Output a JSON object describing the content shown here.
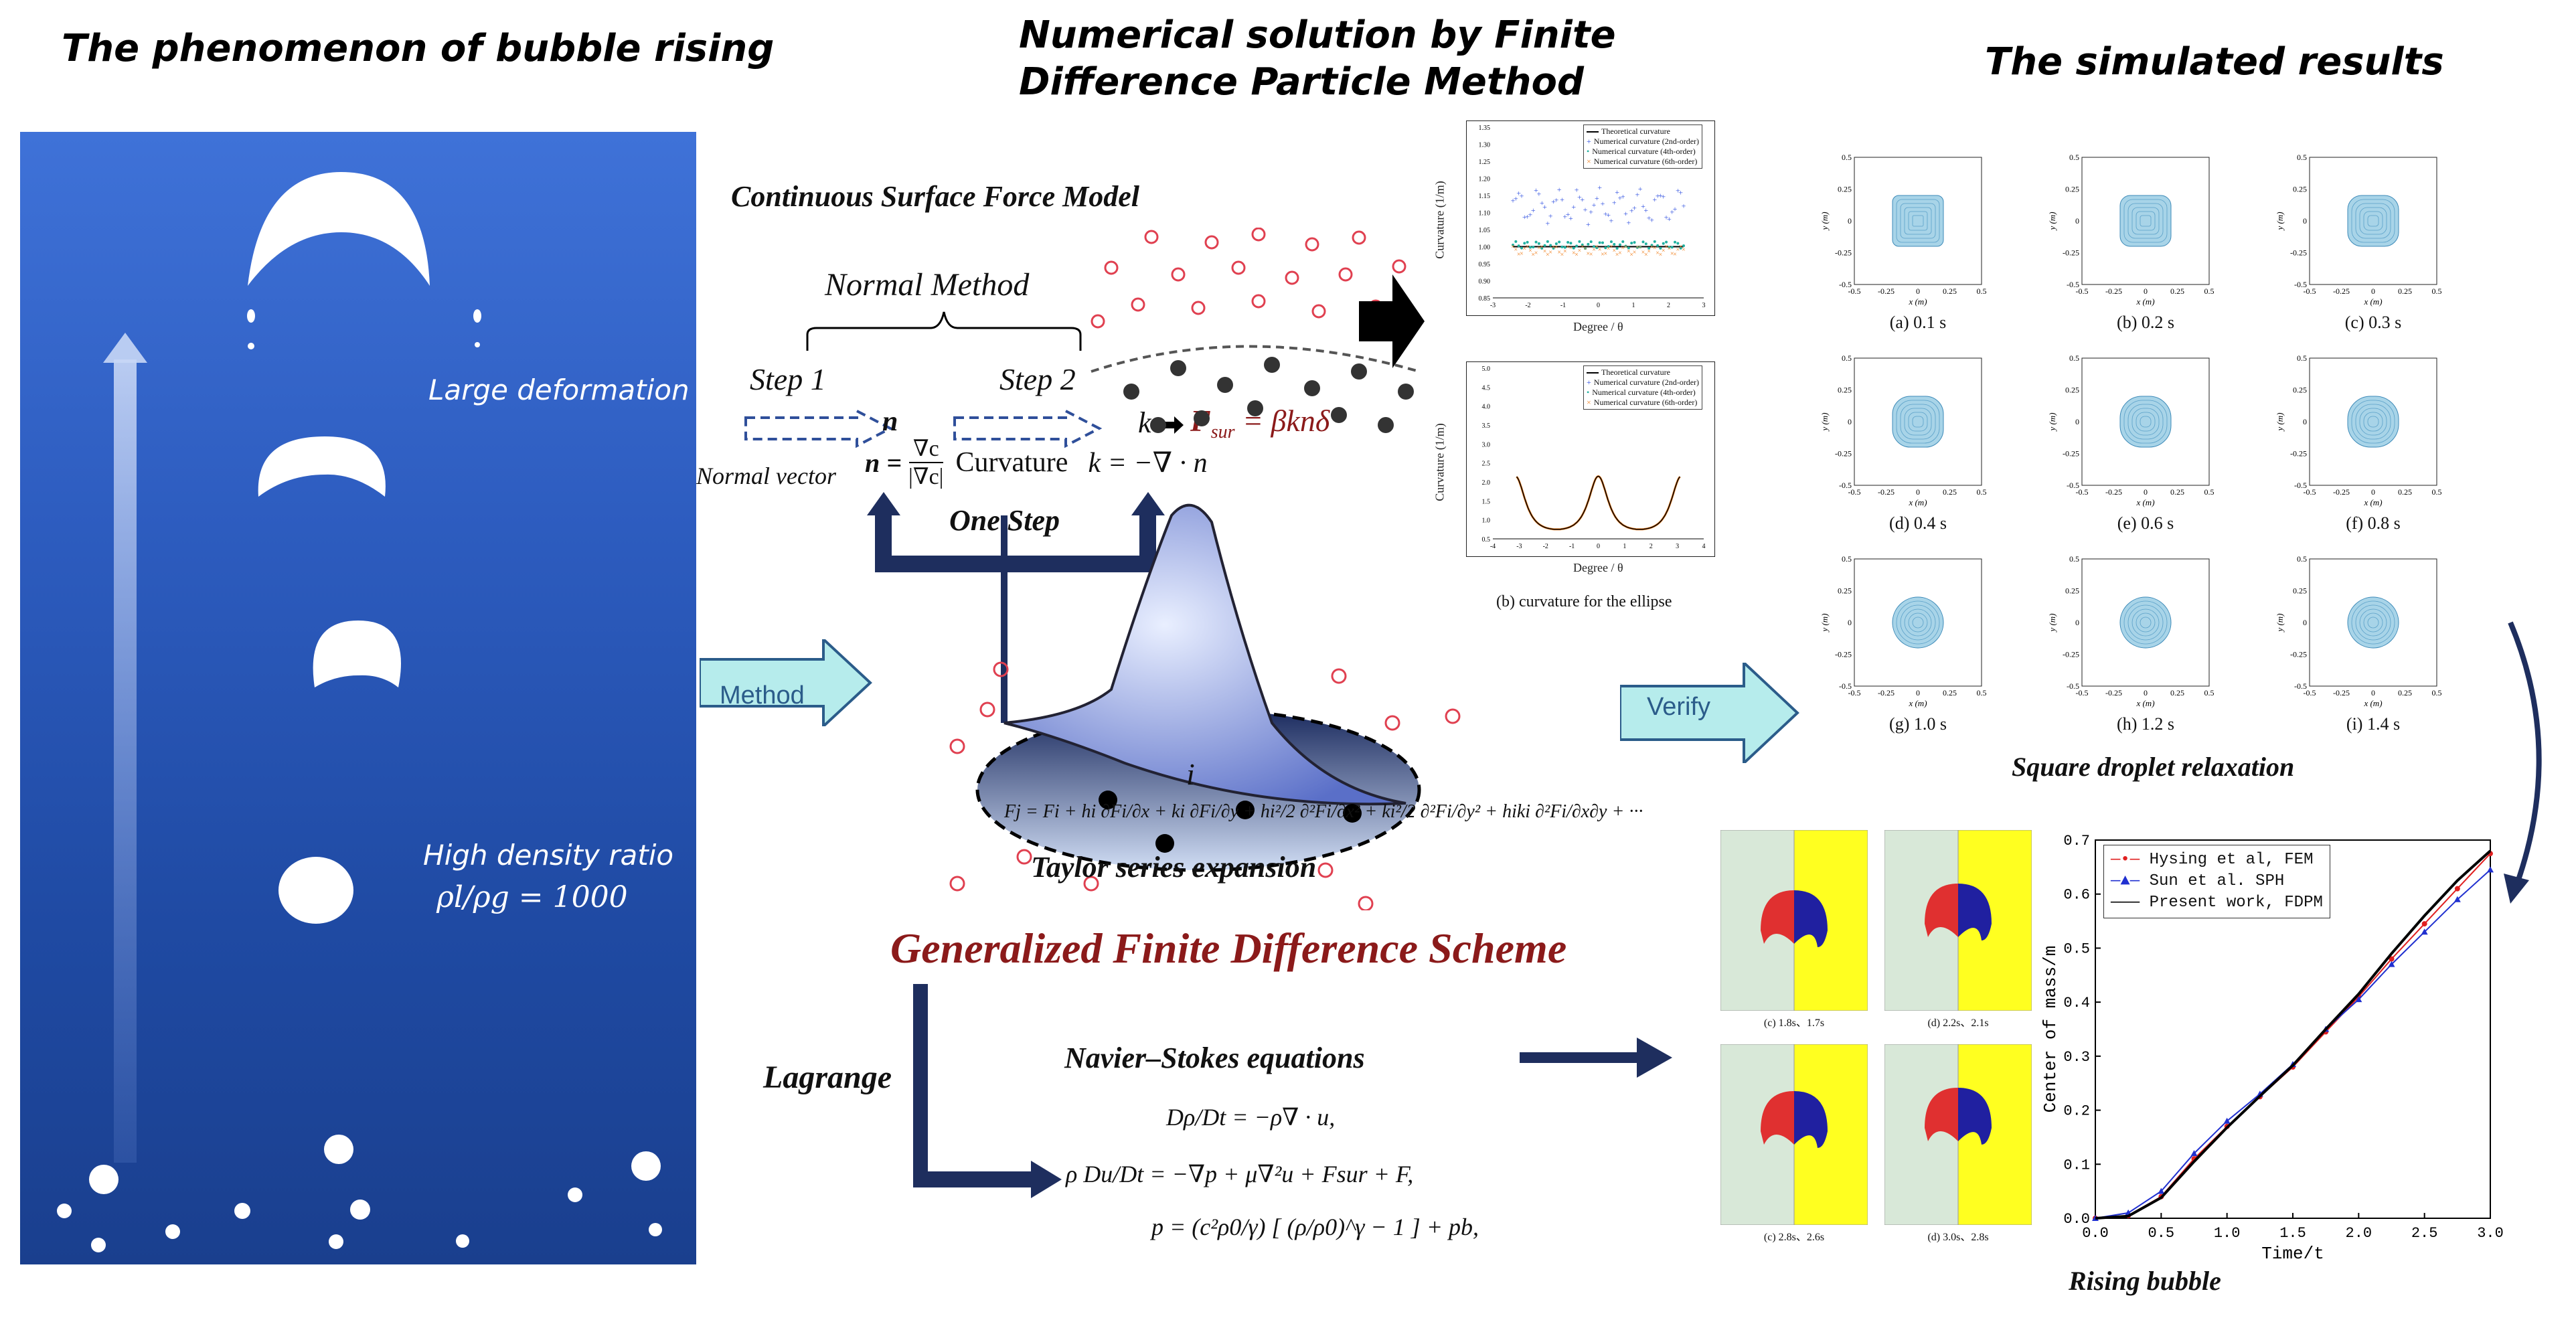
{
  "titles": {
    "left": "The phenomenon of bubble rising",
    "middle_line1": "Numerical solution by Finite",
    "middle_line2": "Difference Particle Method",
    "right": "The simulated results"
  },
  "left_panel": {
    "large_deformation": "Large deformation",
    "high_density_ratio": "High density ratio",
    "density_formula": "ρl/ρg = 1000"
  },
  "arrows": {
    "method": "Method",
    "verify": "Verify"
  },
  "middle": {
    "csf_model": "Continuous Surface Force Model",
    "normal_method": "Normal Method",
    "step1": "Step 1",
    "step2": "Step 2",
    "normal_vector": "Normal vector",
    "n_symbol": "n",
    "n_formula_lhs": "n =",
    "n_formula_num": "∇c",
    "n_formula_den": "|∇c|",
    "curvature_label": "Curvature",
    "curvature_formula": "k = −∇ · n",
    "k_symbol": "k",
    "f_sur": "F",
    "f_sur_sub": "sur",
    "f_sur_rhs": " = βknδ",
    "one_step": "One Step",
    "i_label": "i",
    "taylor_formula": "Fj = Fi + hi ∂Fi/∂x + ki ∂Fi/∂y + hi²/2 ∂²Fi/∂x² + ki²/2 ∂²Fi/∂y² + hiki ∂²Fi/∂x∂y + ···",
    "taylor_label": "Taylor series expansion",
    "gfds": "Generalized Finite Difference Scheme",
    "lagrange": "Lagrange",
    "ns_title": "Navier–Stokes equations",
    "eq1": "Dρ/Dt = −ρ∇ · u,",
    "eq2": "ρ Du/Dt = −∇p + μ∇²u + Fsur + F,",
    "eq3": "p = (c²ρ0/γ) [ (ρ/ρ0)^γ − 1 ] + pb,"
  },
  "curvature_plots": {
    "caption": "(b) curvature for the ellipse",
    "legend": [
      "Theoretical curvature",
      "Numerical curvature (2nd-order)",
      "Numerical curvature (4th-order)",
      "Numerical curvature (6th-order)"
    ],
    "top": {
      "ylabel": "Curvature (1/m)",
      "xlabel": "Degree / θ",
      "yticks": [
        "1.35",
        "1.30",
        "1.25",
        "1.20",
        "1.15",
        "1.10",
        "1.05",
        "1.00",
        "0.95",
        "0.90",
        "0.85"
      ],
      "xticks": [
        "-3",
        "-2",
        "-1",
        "0",
        "1",
        "2",
        "3"
      ]
    },
    "bottom": {
      "ylabel": "Curvature (1/m)",
      "xlabel": "Degree / θ",
      "yticks": [
        "5.0",
        "4.5",
        "4.0",
        "3.5",
        "3.0",
        "2.5",
        "2.0",
        "1.5",
        "1.0",
        "0.5"
      ],
      "xticks": [
        "-4",
        "-3",
        "-2",
        "-1",
        "0",
        "1",
        "2",
        "3",
        "4"
      ]
    }
  },
  "droplet_grid": {
    "title": "Square droplet relaxation",
    "xlabel": "x (m)",
    "ylabel": "y (m)",
    "ticks": [
      "-0.5",
      "-0.25",
      "0",
      "0.25",
      "0.5"
    ],
    "panels": [
      {
        "label": "(a) 0.1 s",
        "roundness": 0.25
      },
      {
        "label": "(b) 0.2 s",
        "roundness": 0.4
      },
      {
        "label": "(c) 0.3 s",
        "roundness": 0.55
      },
      {
        "label": "(d) 0.4 s",
        "roundness": 0.7
      },
      {
        "label": "(e) 0.6 s",
        "roundness": 0.85
      },
      {
        "label": "(f) 0.8 s",
        "roundness": 0.9
      },
      {
        "label": "(g) 1.0 s",
        "roundness": 1.0
      },
      {
        "label": "(h) 1.2 s",
        "roundness": 1.0
      },
      {
        "label": "(i) 1.4 s",
        "roundness": 1.0
      }
    ]
  },
  "rising_bubble": {
    "title": "Rising bubble",
    "snapshots": [
      {
        "label": "(c) 1.8s、1.7s"
      },
      {
        "label": "(d) 2.2s、2.1s"
      },
      {
        "label": "(c) 2.8s、2.6s"
      },
      {
        "label": "(d) 3.0s、2.8s"
      }
    ]
  },
  "chart_data": {
    "type": "line",
    "xlabel": "Time/t",
    "ylabel": "Center of mass/m",
    "xlim": [
      0.0,
      3.0
    ],
    "ylim": [
      0.0,
      0.7
    ],
    "xticks": [
      "0.0",
      "0.5",
      "1.0",
      "1.5",
      "2.0",
      "2.5",
      "3.0"
    ],
    "yticks": [
      "0.0",
      "0.1",
      "0.2",
      "0.3",
      "0.4",
      "0.5",
      "0.6",
      "0.7"
    ],
    "legend_position": "top-left",
    "series": [
      {
        "name": "Hysing et al, FEM",
        "color": "#e02020",
        "marker": "dot",
        "x": [
          0.0,
          0.25,
          0.5,
          0.75,
          1.0,
          1.25,
          1.5,
          1.75,
          2.0,
          2.25,
          2.5,
          2.75,
          3.0
        ],
        "y": [
          0.0,
          0.005,
          0.04,
          0.11,
          0.17,
          0.225,
          0.28,
          0.345,
          0.41,
          0.48,
          0.545,
          0.61,
          0.675
        ]
      },
      {
        "name": "Sun et al. SPH",
        "color": "#2030d0",
        "marker": "triangle",
        "x": [
          0.0,
          0.25,
          0.5,
          0.75,
          1.0,
          1.25,
          1.5,
          1.75,
          2.0,
          2.25,
          2.5,
          2.75,
          3.0
        ],
        "y": [
          0.0,
          0.01,
          0.05,
          0.12,
          0.18,
          0.23,
          0.285,
          0.35,
          0.405,
          0.47,
          0.53,
          0.59,
          0.645
        ]
      },
      {
        "name": "Present work, FDPM",
        "color": "#000000",
        "marker": "none",
        "x": [
          0.0,
          0.25,
          0.5,
          0.75,
          1.0,
          1.25,
          1.5,
          1.75,
          2.0,
          2.25,
          2.5,
          2.75,
          3.0
        ],
        "y": [
          0.0,
          0.004,
          0.038,
          0.105,
          0.168,
          0.226,
          0.283,
          0.35,
          0.415,
          0.49,
          0.56,
          0.625,
          0.68
        ]
      }
    ]
  },
  "colors": {
    "gfds_red": "#8b1a1a",
    "arrow_fill": "#b6ecec",
    "panel_blue": "#2d5cbf"
  }
}
